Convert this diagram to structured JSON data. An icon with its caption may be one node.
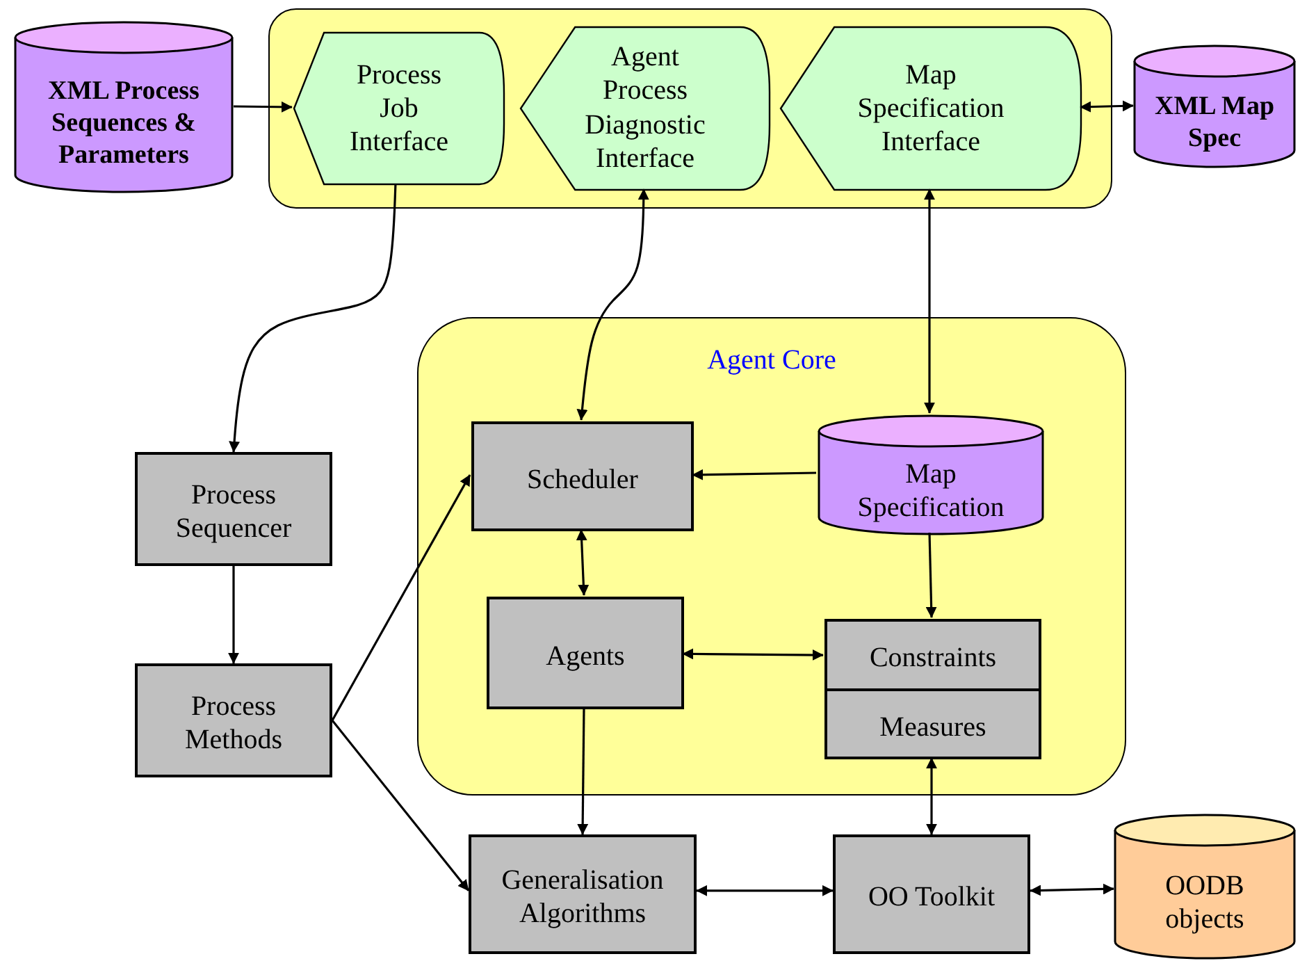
{
  "diagram": {
    "nodes": [
      {
        "text": [
          "XML Process Sequences & Parameters"
        ]
      },
      {
        "text": [],
        "shape": "box"
      },
      {
        "text": [
          "Process Job Interface"
        ],
        "in": 1
      },
      {
        "text": [
          "Agent Process Diagnostic Interface"
        ],
        "in": 1
      },
      {
        "text": [
          "Map Specification Interface"
        ],
        "in": 1
      },
      {
        "text": [
          "XML Map Spec"
        ]
      },
      {
        "text": [
          "Agent Core"
        ]
      },
      {
        "text": [
          "Process Sequencer"
        ]
      },
      {
        "text": [
          "Scheduler"
        ],
        "in": 6
      },
      {
        "text": [
          "Map Specification"
        ],
        "in": 6
      },
      {
        "text": [
          "Process Methods"
        ]
      },
      {
        "text": [
          "Agents"
        ],
        "in": 6
      },
      {
        "text": [
          "Constraints"
        ],
        "in": 6
      },
      {
        "text": [
          "Measures"
        ],
        "in": 6
      },
      {
        "text": [
          "Generalisation Algorithms"
        ]
      },
      {
        "text": [
          "OO Toolkit"
        ]
      },
      {
        "text": [
          "OODB objects"
        ]
      }
    ],
    "edges": [
      {
        "from": 0,
        "to": 2,
        "arrow": "to"
      },
      {
        "from": 4,
        "to": 5,
        "arrow": "both"
      },
      {
        "from": 2,
        "to": 7,
        "arrow": "to"
      },
      {
        "from": 3,
        "to": 8,
        "arrow": "both"
      },
      {
        "from": 4,
        "to": 9,
        "arrow": "both"
      },
      {
        "from": 9,
        "to": 8,
        "arrow": "to"
      },
      {
        "from": 8,
        "to": 11,
        "arrow": "both"
      },
      {
        "from": 7,
        "to": 10,
        "arrow": "to"
      },
      {
        "from": 10,
        "to": 8,
        "arrow": "to"
      },
      {
        "from": 10,
        "to": 14,
        "arrow": "to"
      },
      {
        "from": 11,
        "to": 12,
        "arrow": "both"
      },
      {
        "from": 9,
        "to": 12,
        "arrow": "to"
      },
      {
        "from": 11,
        "to": 14,
        "arrow": "to"
      },
      {
        "from": 13,
        "to": 15,
        "arrow": "both"
      },
      {
        "from": 14,
        "to": 15,
        "arrow": "both"
      },
      {
        "from": 15,
        "to": 16,
        "arrow": "both"
      }
    ]
  }
}
